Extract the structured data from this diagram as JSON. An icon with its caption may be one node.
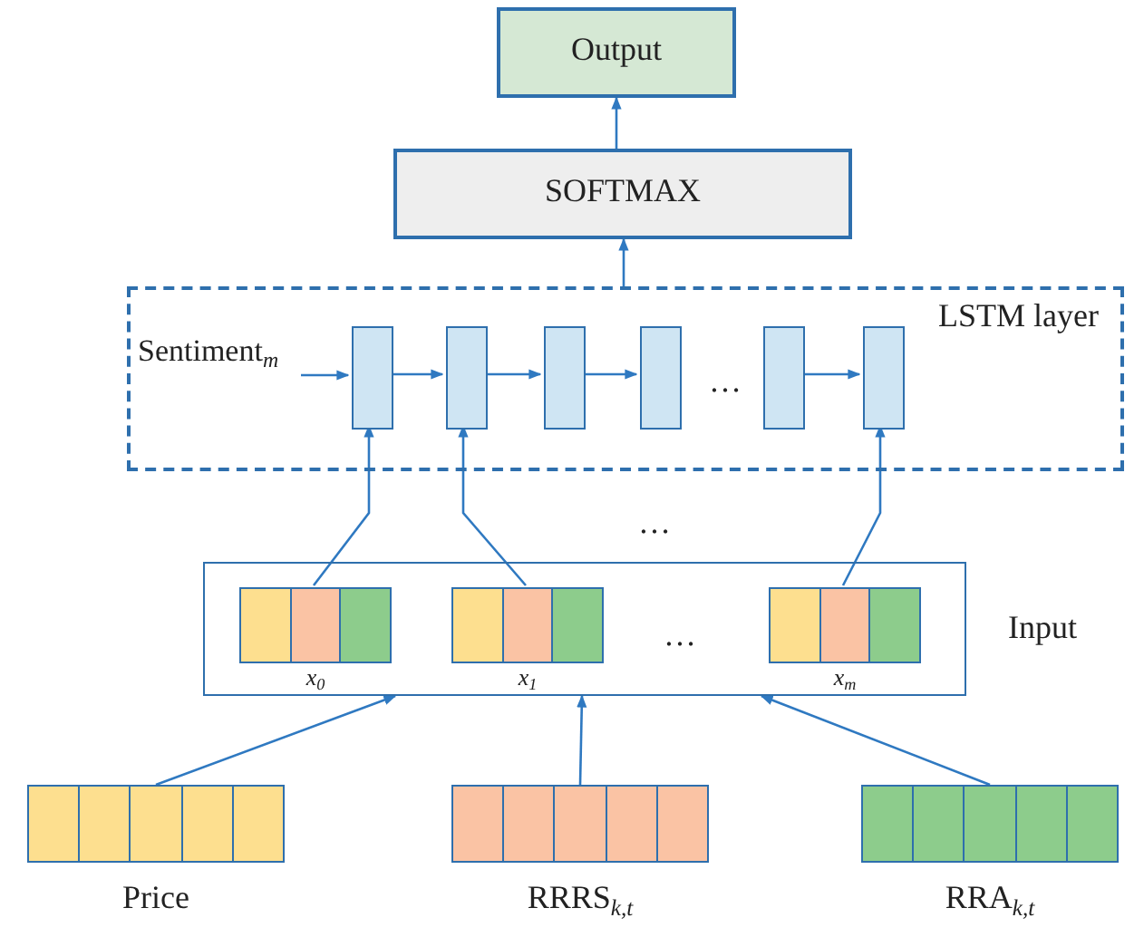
{
  "diagram": {
    "nodes": [
      {
        "text": [
          "Output"
        ]
      },
      {
        "text": [
          "SOFTMAX"
        ]
      },
      {
        "text": [
          "LSTM layer"
        ]
      },
      {
        "text": [
          "Sentiment$_{m}$"
        ],
        "in": 2
      },
      {
        "text": [],
        "shape": "box",
        "in": 2
      },
      {
        "text": [],
        "shape": "box",
        "in": 2
      },
      {
        "text": [],
        "shape": "box",
        "in": 2
      },
      {
        "text": [],
        "shape": "box",
        "in": 2
      },
      {
        "text": [],
        "shape": "box",
        "in": 2
      },
      {
        "text": [],
        "shape": "box",
        "in": 2
      },
      {
        "text": [
          "Input"
        ]
      },
      {
        "text": [
          "x$_{0}$"
        ],
        "in": 10
      },
      {
        "text": [
          "x$_{1}$"
        ],
        "in": 10
      },
      {
        "text": [
          "x$_{m}$"
        ],
        "in": 10
      },
      {
        "text": [
          "Price"
        ]
      },
      {
        "text": [
          "RRRS$_{k,t}$"
        ]
      },
      {
        "text": [
          "RRA$_{k,t}$"
        ]
      }
    ],
    "edges": [
      {
        "from": 2,
        "to": 1,
        "arrow": "to"
      },
      {
        "from": 1,
        "to": 0,
        "arrow": "to"
      },
      {
        "from": 3,
        "to": 4,
        "arrow": "to"
      },
      {
        "from": 4,
        "to": 5,
        "arrow": "to"
      },
      {
        "from": 5,
        "to": 6,
        "arrow": "to"
      },
      {
        "from": 6,
        "to": 7,
        "arrow": "to"
      },
      {
        "from": 8,
        "to": 9,
        "arrow": "to"
      },
      {
        "from": 11,
        "to": 4,
        "arrow": "to"
      },
      {
        "from": 12,
        "to": 5,
        "arrow": "to"
      },
      {
        "from": 13,
        "to": 9,
        "arrow": "to"
      },
      {
        "from": 14,
        "to": 10,
        "arrow": "to"
      },
      {
        "from": 15,
        "to": 10,
        "arrow": "to"
      },
      {
        "from": 16,
        "to": 10,
        "arrow": "to"
      }
    ],
    "labels": [
      "…",
      "…",
      "…"
    ]
  }
}
